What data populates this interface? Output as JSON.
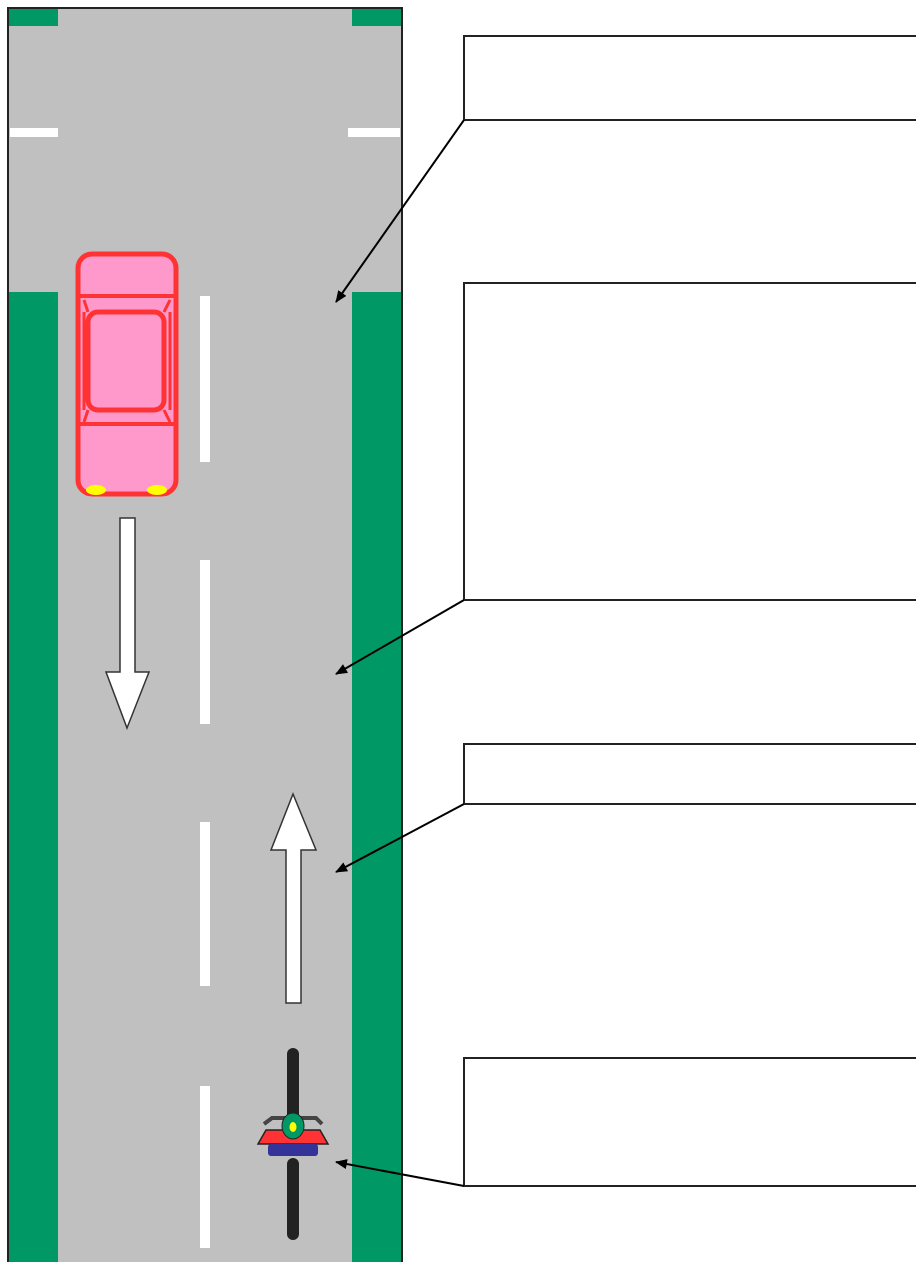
{
  "diagram": {
    "colors": {
      "road": "#c0c0c0",
      "verge": "#009966",
      "marking": "#ffffff",
      "car_body": "#ff99cc",
      "car_outline": "#ff3333",
      "car_lights": "#ffff00",
      "motorcycle_wheel": "#222222",
      "motorcycle_fairing": "#ff3333",
      "motorcycle_seat": "#333399",
      "rider_helmet": "#009966",
      "leader_line": "#000000"
    },
    "vehicles": [
      {
        "name": "car",
        "direction": "down"
      },
      {
        "name": "motorcycle",
        "direction": "up"
      }
    ],
    "callouts": [
      {
        "name": "callout-1",
        "text": ""
      },
      {
        "name": "callout-2",
        "text": ""
      },
      {
        "name": "callout-3",
        "text": ""
      },
      {
        "name": "callout-4",
        "text": ""
      }
    ]
  }
}
